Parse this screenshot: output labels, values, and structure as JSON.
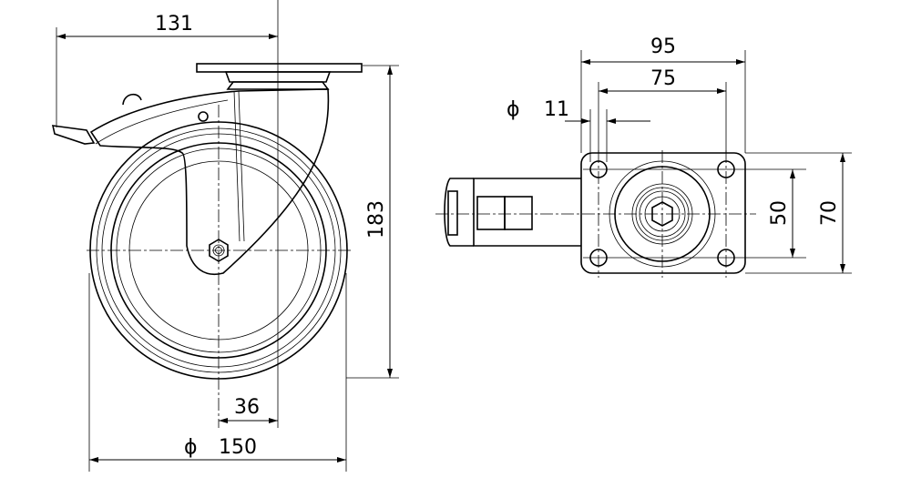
{
  "title": "Swivel castor with brake - dimension drawing",
  "dimensions": {
    "overall_offset": "131",
    "height": "183",
    "swivel_offset": "36",
    "wheel_diameter_symbol": "ϕ",
    "wheel_diameter": "150",
    "plate_length": "95",
    "hole_spacing_length": "75",
    "hole_diameter_symbol": "ϕ",
    "hole_diameter": "11",
    "hole_spacing_width": "50",
    "plate_width": "70"
  },
  "colors": {
    "line": "#000000",
    "background": "#ffffff"
  }
}
